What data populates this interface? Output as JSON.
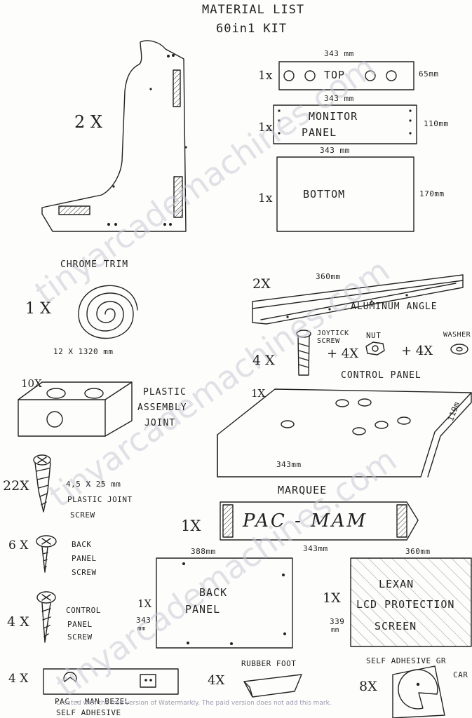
{
  "header": {
    "title": "MATERIAL LIST",
    "subtitle": "60in1 KIT"
  },
  "side_panel": {
    "qty": "2 X"
  },
  "top": {
    "qty": "1x",
    "label": "TOP",
    "width": "343 mm",
    "height": "65mm"
  },
  "monitor": {
    "qty": "1x",
    "label_line1": "MONITOR",
    "label_line2": "PANEL",
    "width": "343 mm",
    "height": "110mm"
  },
  "bottom": {
    "qty": "1x",
    "label": "BOTTOM",
    "width": "343 mm",
    "height": "170mm"
  },
  "chrome": {
    "qty": "1 X",
    "label": "CHROME TRIM",
    "size": "12 X 1320 mm"
  },
  "angle": {
    "qty": "2X",
    "length": "360mm",
    "label": "ALUMINUM ANGLE"
  },
  "control_hw": {
    "qty": "4 X",
    "joystick_screw": "JOYTICK SCREW",
    "plus_nut": "+ 4X",
    "nut": "NUT",
    "plus_washer": "+ 4X",
    "washer": "WASHER",
    "label": "CONTROL PANEL"
  },
  "joint": {
    "qty": "10X",
    "label_line1": "PLASTIC",
    "label_line2": "ASSEMBLY",
    "label_line3": "JOINT"
  },
  "control_panel": {
    "qty": "1X",
    "width": "343mm",
    "depth": "119m"
  },
  "screw_joint": {
    "qty": "22X",
    "line1": "4,5 X 25 mm",
    "line2": "PLASTIC JOINT",
    "line3": "SCREW"
  },
  "marquee": {
    "title": "MARQUEE",
    "qty": "1X",
    "text": "PAC - MAM",
    "width": "343mm"
  },
  "screw_back": {
    "qty": "6 X",
    "line1": "BACK",
    "line2": "PANEL",
    "line3": "SCREW"
  },
  "back_panel": {
    "qty": "1X",
    "width": "388mm",
    "height": "343",
    "height_unit": "mm",
    "label_line1": "BACK",
    "label_line2": "PANEL"
  },
  "lexan": {
    "qty": "1X",
    "width": "360mm",
    "height": "339",
    "height_unit": "mm",
    "line1": "LEXAN",
    "line2": "LCD PROTECTION",
    "line3": "SCREEN"
  },
  "screw_control": {
    "qty": "4 X",
    "line1": "CONTROL",
    "line2": "PANEL",
    "line3": "SCREW"
  },
  "bezel": {
    "qty": "4 X",
    "line1": "PAC - MAN BEZEL",
    "line2": "SELF ADHESIVE"
  },
  "rubber_foot": {
    "qty": "4X",
    "label": "RUBBER FOOT"
  },
  "decal": {
    "qty": "8X",
    "label_line1": "SELF ADHESIVE GR",
    "label_line2": "CAR"
  },
  "watermark": {
    "site_text": "tinyarcademachines.com",
    "footer": "Created with the free version of Watermarkly. The paid version does not add this mark."
  }
}
